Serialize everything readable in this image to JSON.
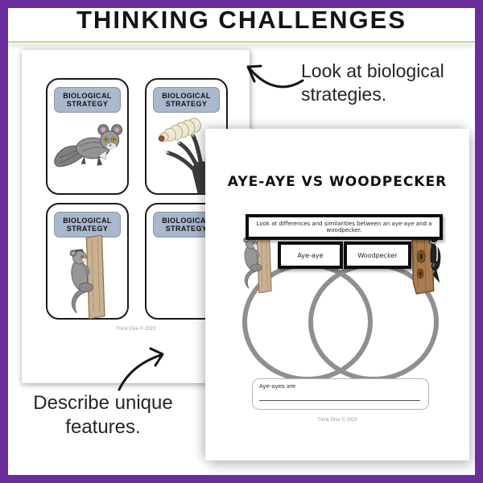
{
  "header": {
    "title": "THINKING CHALLENGES"
  },
  "annotations": {
    "top_right_line1": "Look at biological",
    "top_right_line2": "strategies.",
    "bottom_left_line1": "Describe unique",
    "bottom_left_line2": "features."
  },
  "left_worksheet": {
    "card_label_line1": "BIOLOGICAL",
    "card_label_line2": "STRATEGY",
    "cards": [
      {
        "illustration": "aye-aye-crouching"
      },
      {
        "illustration": "grub-and-aye-aye-hand"
      },
      {
        "illustration": "aye-aye-climbing-tree"
      },
      {
        "illustration": "mostly-hidden-behind-overlapping-page"
      }
    ],
    "footer": "Think Dive © 2023"
  },
  "right_worksheet": {
    "title": "AYE-AYE VS WOODPECKER",
    "instruction": "Look at differences and similarities between an aye-aye and a woodpecker.",
    "left_label": "Aye-aye",
    "right_label": "Woodpecker",
    "sentence_starter": "Aye-ayes are",
    "footer": "Think Dive © 2023"
  },
  "colors": {
    "frame_purple": "#6b2e9e",
    "divider_green": "#bcdd8e",
    "badge_blue": "#a9b8cc",
    "venn_gray": "#8f8f8f"
  }
}
